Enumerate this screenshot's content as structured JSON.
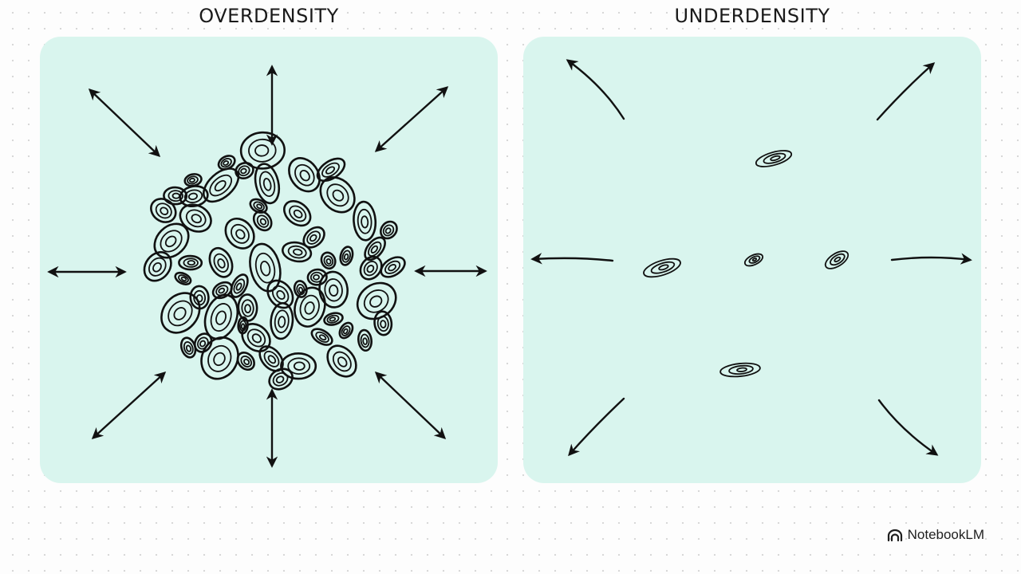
{
  "panels": {
    "left": {
      "title": "OVERDENSITY"
    },
    "right": {
      "title": "UNDERDENSITY"
    }
  },
  "brand": {
    "name": "NotebookLM",
    "icon": "notebooklm-logo-icon"
  },
  "colors": {
    "panel_fill": "#d9f5ee",
    "ink": "#111111",
    "background": "#fdfdfd"
  }
}
